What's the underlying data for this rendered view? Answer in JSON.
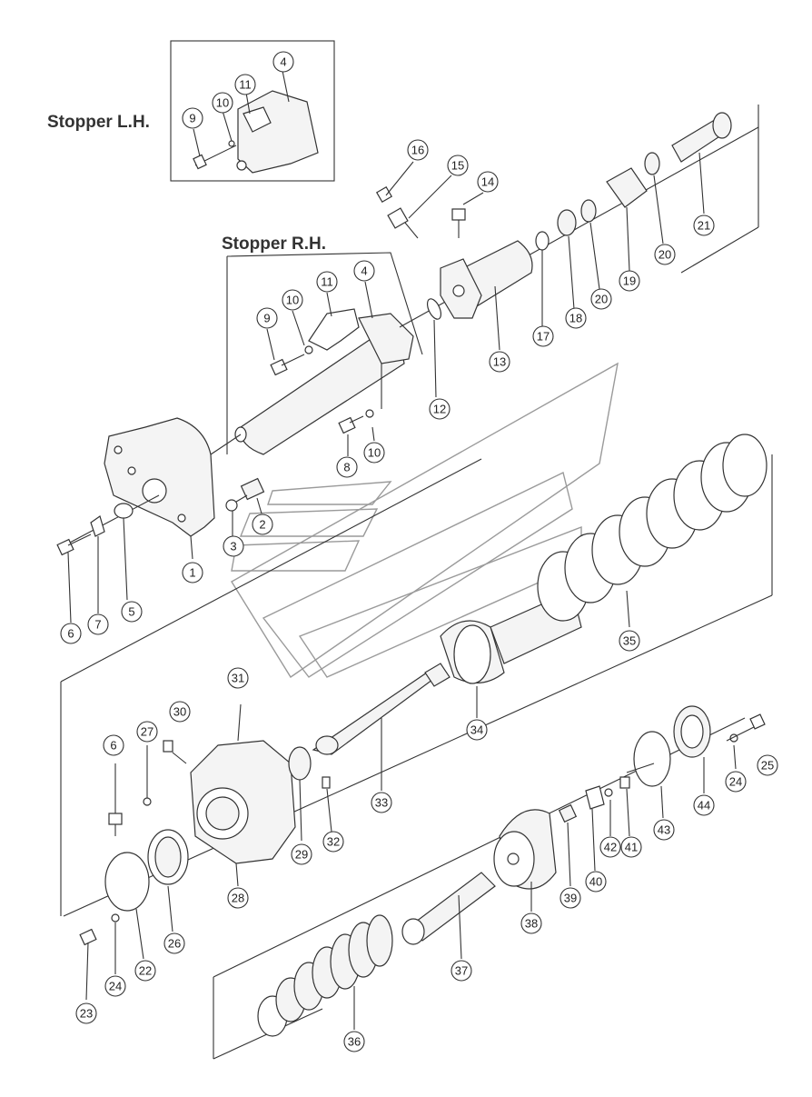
{
  "titles": {
    "stopper_lh": "Stopper L.H.",
    "stopper_rh": "Stopper R.H."
  },
  "callouts": {
    "c1": "1",
    "c2": "2",
    "c3": "3",
    "c4a": "4",
    "c4b": "4",
    "c5": "5",
    "c6a": "6",
    "c6b": "6",
    "c7": "7",
    "c8": "8",
    "c9a": "9",
    "c9b": "9",
    "c10a": "10",
    "c10b": "10",
    "c10c": "10",
    "c11a": "11",
    "c11b": "11",
    "c12": "12",
    "c13": "13",
    "c14": "14",
    "c15": "15",
    "c16": "16",
    "c17": "17",
    "c18": "18",
    "c19": "19",
    "c20a": "20",
    "c20b": "20",
    "c21": "21",
    "c22": "22",
    "c23": "23",
    "c24a": "24",
    "c24b": "24",
    "c25": "25",
    "c26": "26",
    "c27": "27",
    "c28": "28",
    "c29": "29",
    "c30": "30",
    "c31": "31",
    "c32": "32",
    "c33": "33",
    "c34": "34",
    "c35": "35",
    "c36": "36",
    "c37": "37",
    "c38": "38",
    "c39": "39",
    "c40": "40",
    "c41": "41",
    "c42": "42",
    "c43": "43",
    "c44": "44"
  }
}
